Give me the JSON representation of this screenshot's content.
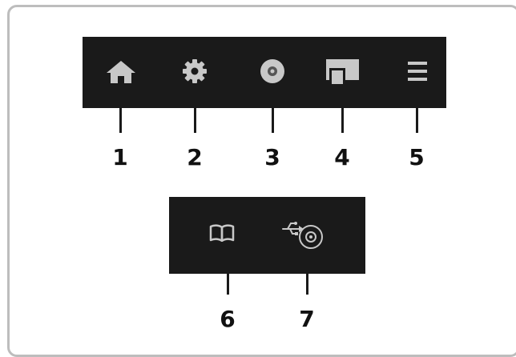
{
  "diagram": {
    "top_bar": {
      "icons": [
        "home-icon",
        "gear-icon",
        "disc-icon",
        "screen-overlay-icon",
        "menu-icon"
      ],
      "labels": [
        "1",
        "2",
        "3",
        "4",
        "5"
      ]
    },
    "bottom_bar": {
      "icons": [
        "book-icon",
        "usb-disc-icon"
      ],
      "labels": [
        "6",
        "7"
      ]
    },
    "colors": {
      "bar": "#1a1a1a",
      "icon": "#c8c8c8",
      "frame": "#bdbdbd",
      "label": "#111111"
    }
  }
}
